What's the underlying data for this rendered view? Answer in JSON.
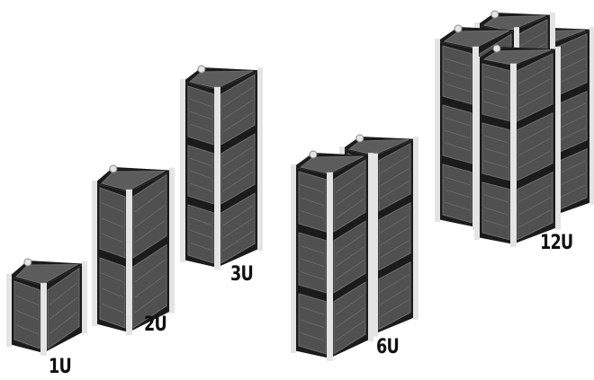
{
  "figure": {
    "units": [
      {
        "id": "1U",
        "label": "1U"
      },
      {
        "id": "2U",
        "label": "2U"
      },
      {
        "id": "3U",
        "label": "3U"
      },
      {
        "id": "6U",
        "label": "6U"
      },
      {
        "id": "12U",
        "label": "12U"
      }
    ]
  },
  "colors": {
    "frame": "#1b1b1b",
    "rail": "#e4e4e4",
    "panel": "#505050",
    "panel_line": "#6e6e6e",
    "top_panel": "#5c5c5c",
    "label": "#111111"
  }
}
